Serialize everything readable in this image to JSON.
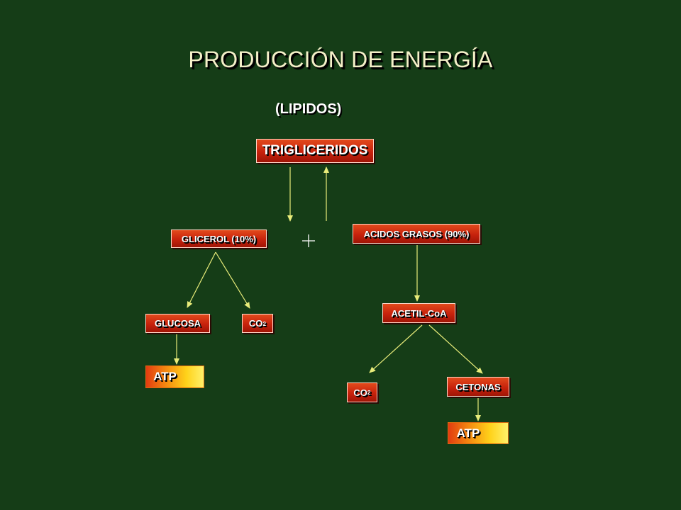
{
  "title": "PRODUCCIÓN DE ENERGÍA",
  "subtitle": "(LIPIDOS)",
  "plus": "+",
  "nodes": {
    "trigliceridos": "TRIGLICERIDOS",
    "glicerol": "GLICEROL (10%)",
    "acidos_grasos": "ACIDOS GRASOS (90%)",
    "glucosa": "GLUCOSA",
    "co2_left": "CO",
    "acetil_coa": "ACETIL-CoA",
    "co2_right": "CO",
    "cetonas": "CETONAS",
    "atp_left": "ATP",
    "atp_right": "ATP",
    "co2_subscript": "2"
  },
  "colors": {
    "background": "#153d17",
    "box_red": "#c7220c",
    "line_yellow": "#e8ec7a",
    "title_text": "#f4f0c8"
  }
}
